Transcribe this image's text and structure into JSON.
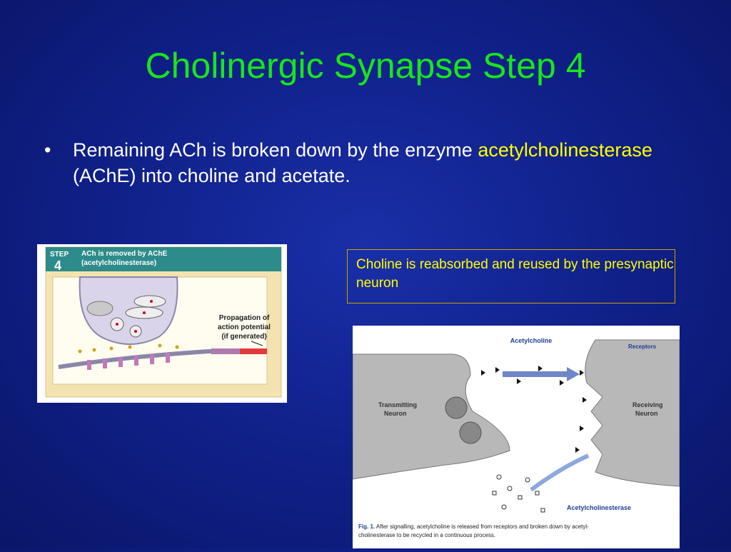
{
  "slide": {
    "title": "Cholinergic Synapse Step 4",
    "bullet": {
      "marker": "•",
      "text_before": "Remaining ACh is broken down by the enzyme ",
      "highlight": "acetylcholinesterase",
      "text_after": " (AChE) into choline and acetate."
    },
    "callout": "Choline is reabsorbed and reused by the presynaptic neuron"
  },
  "figure_step4": {
    "step_label": "STEP",
    "step_number": "4",
    "heading_line1": "ACh is removed by AChE",
    "heading_line2": "(acetylcholinesterase)",
    "annotation_line1": "Propagation of",
    "annotation_line2": "action potential",
    "annotation_line3": "(if generated)"
  },
  "figure_ache": {
    "acetylcholine_label": "Acetylcholine",
    "receptors_label": "Receptors",
    "transmitting_line1": "Transmitting",
    "transmitting_line2": "Neuron",
    "receiving_line1": "Receiving",
    "receiving_line2": "Neuron",
    "enzyme_label": "Acetylcholinesterase",
    "caption_bold": "Fig. 1.",
    "caption_line1": " After signalling, acetylcholine is released from receptors and broken down by acetyl-",
    "caption_line2": "cholinesterase to be recycled in a continuous process."
  },
  "colors": {
    "title": "#19e619",
    "highlight": "#ffff00",
    "background": "#0f1f86"
  }
}
